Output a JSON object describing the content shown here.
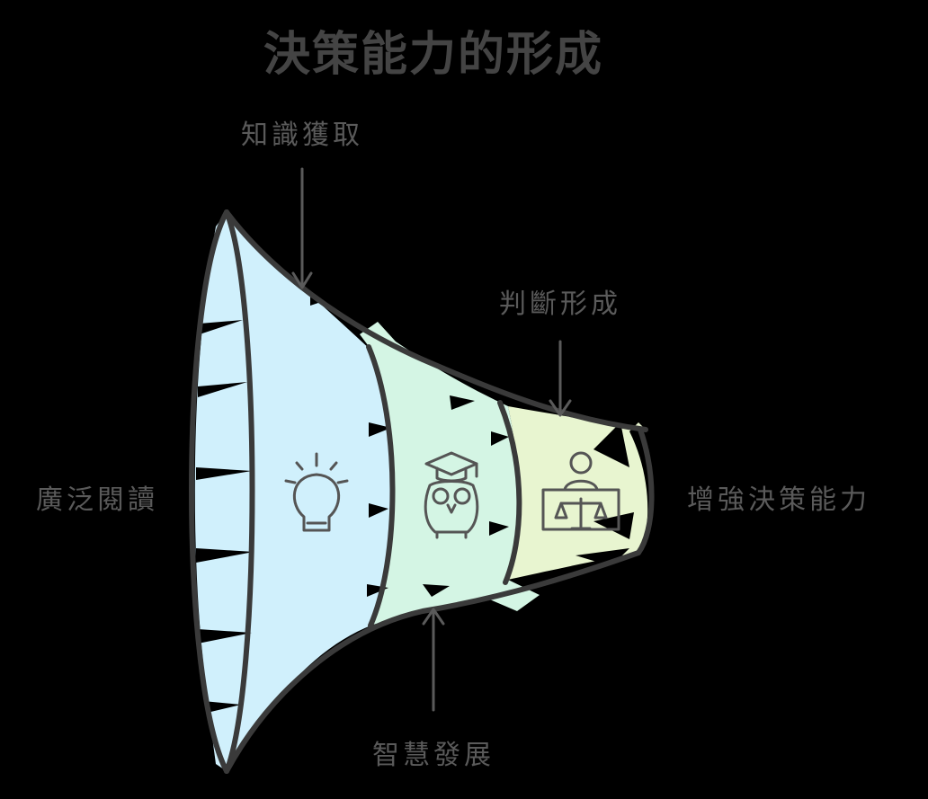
{
  "diagram": {
    "title": "決策能力的形成",
    "labels": {
      "left": "廣泛閱讀",
      "top_left": "知識獲取",
      "top_right": "判斷形成",
      "bottom": "智慧發展",
      "right": "增強決策能力"
    },
    "colors": {
      "background": "#000000",
      "stage_1_fill": "#d0f0fc",
      "stage_2_fill": "#d4f5e4",
      "stage_3_fill": "#e8f5d0",
      "outline": "#3a3a3a",
      "text": "#5a5a5a"
    },
    "icons": {
      "stage_1": "lightbulb-icon",
      "stage_2": "owl-graduate-icon",
      "stage_3": "judge-scales-icon"
    }
  }
}
